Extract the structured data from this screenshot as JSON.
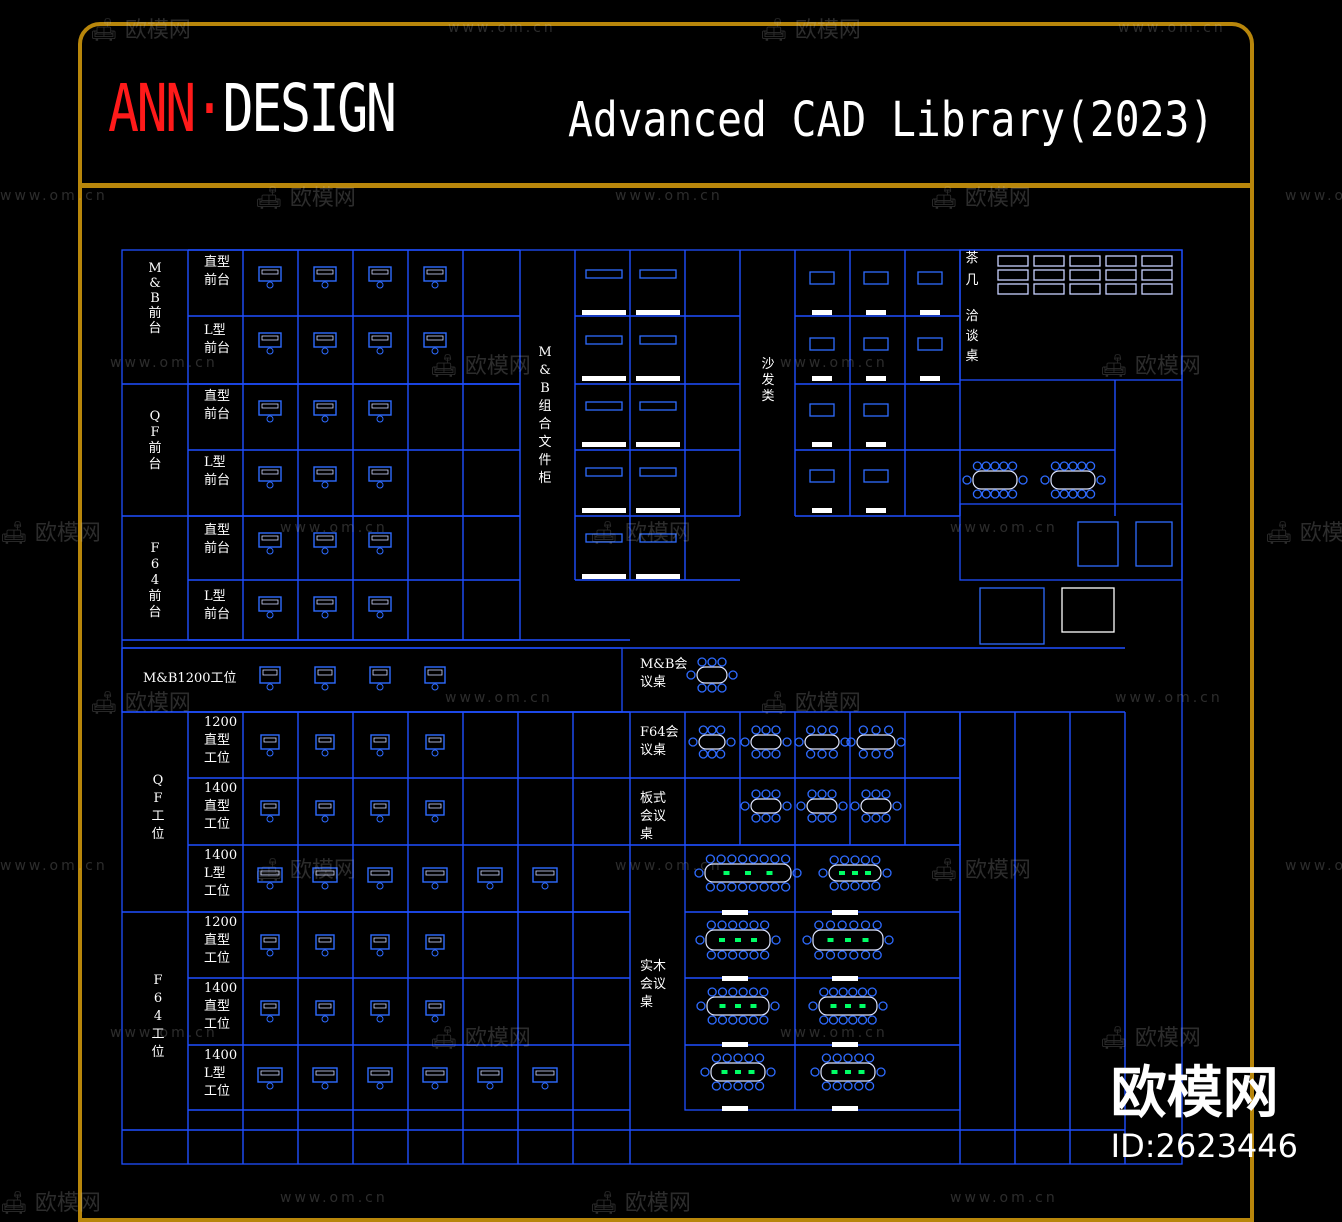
{
  "header": {
    "brand_red": "ANN",
    "brand_dot": "·",
    "brand_white": "DESIGN",
    "title": "Advanced CAD Library(2023)"
  },
  "colors": {
    "frame": "#b8860b",
    "grid": "#1f4fff",
    "symbol": "#2e6bff",
    "symbol_accent": "#00ff66",
    "label": "#ffffff",
    "brand_red": "#ff1a1a"
  },
  "sections": {
    "mb_front_desk": "M&B前台",
    "straight_desk": "直型前台",
    "l_desk": "L型前台",
    "qf_front_desk": "QF前台",
    "f64_front_desk": "F64前台",
    "m_workstation": "M&B1200工位",
    "qf_workstation": "QF工位",
    "f64_workstation": "F64工位",
    "ws_1200_straight": "1200直型工位",
    "ws_1400_straight": "1400直型工位",
    "ws_1400_l": "1400L型工位",
    "file_cabinet": "M&B组合文件柜",
    "sofa": "沙发类",
    "tea_table": "茶几",
    "negotiation_table": "洽谈桌",
    "mb_meeting": "M&B会议桌",
    "f64_meeting": "F64会议桌",
    "board_meeting": "板式会议桌",
    "solid_wood_meeting": "实木会议桌"
  },
  "watermark": {
    "site_name": "欧模网",
    "url": "www.om.cn"
  },
  "badge": {
    "site": "欧模网",
    "id": "ID:2623446"
  }
}
